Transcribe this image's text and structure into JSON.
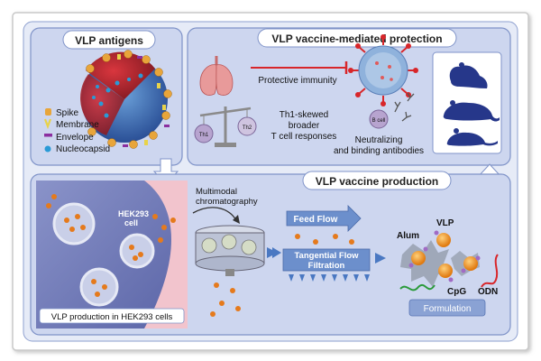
{
  "panels": {
    "antigens": {
      "title": "VLP antigens",
      "legend": [
        {
          "label": "Spike",
          "color": "#e8a53a"
        },
        {
          "label": "Membrane",
          "color": "#e8d34a"
        },
        {
          "label": "Envelope",
          "color": "#8b2fa0"
        },
        {
          "label": "Nucleocapsid",
          "color": "#2a9ad6"
        }
      ]
    },
    "protection": {
      "title": "VLP vaccine-mediated protection",
      "protective_immunity": "Protective immunity",
      "scale_left": "Th1",
      "scale_right": "Th2",
      "tcell_text": [
        "Th1-skewed",
        "broader",
        "T cell responses"
      ],
      "bcell_label": "B cell",
      "antibody_text": [
        "Neutralizing",
        "and binding antibodies"
      ]
    },
    "production": {
      "title": "VLP vaccine production",
      "cell_label": [
        "HEK293",
        "cell"
      ],
      "footer": "VLP production in  HEK293 cells",
      "chromatography": [
        "Multimodal",
        "chromatography"
      ],
      "feed_flow": "Feed Flow",
      "tff": [
        "Tangential Flow",
        "Filtration"
      ],
      "formulation": {
        "alum": "Alum",
        "vlp": "VLP",
        "cpg": "CpG",
        "odn": "ODN",
        "label": "Formulation"
      }
    }
  },
  "colors": {
    "panel_bg": "#cdd6ef",
    "panel_border": "#7f93c8",
    "pill_bg": "#ffffff",
    "blue_arrow": "#4a78c2",
    "cell_pink": "#f2c4cd"
  }
}
